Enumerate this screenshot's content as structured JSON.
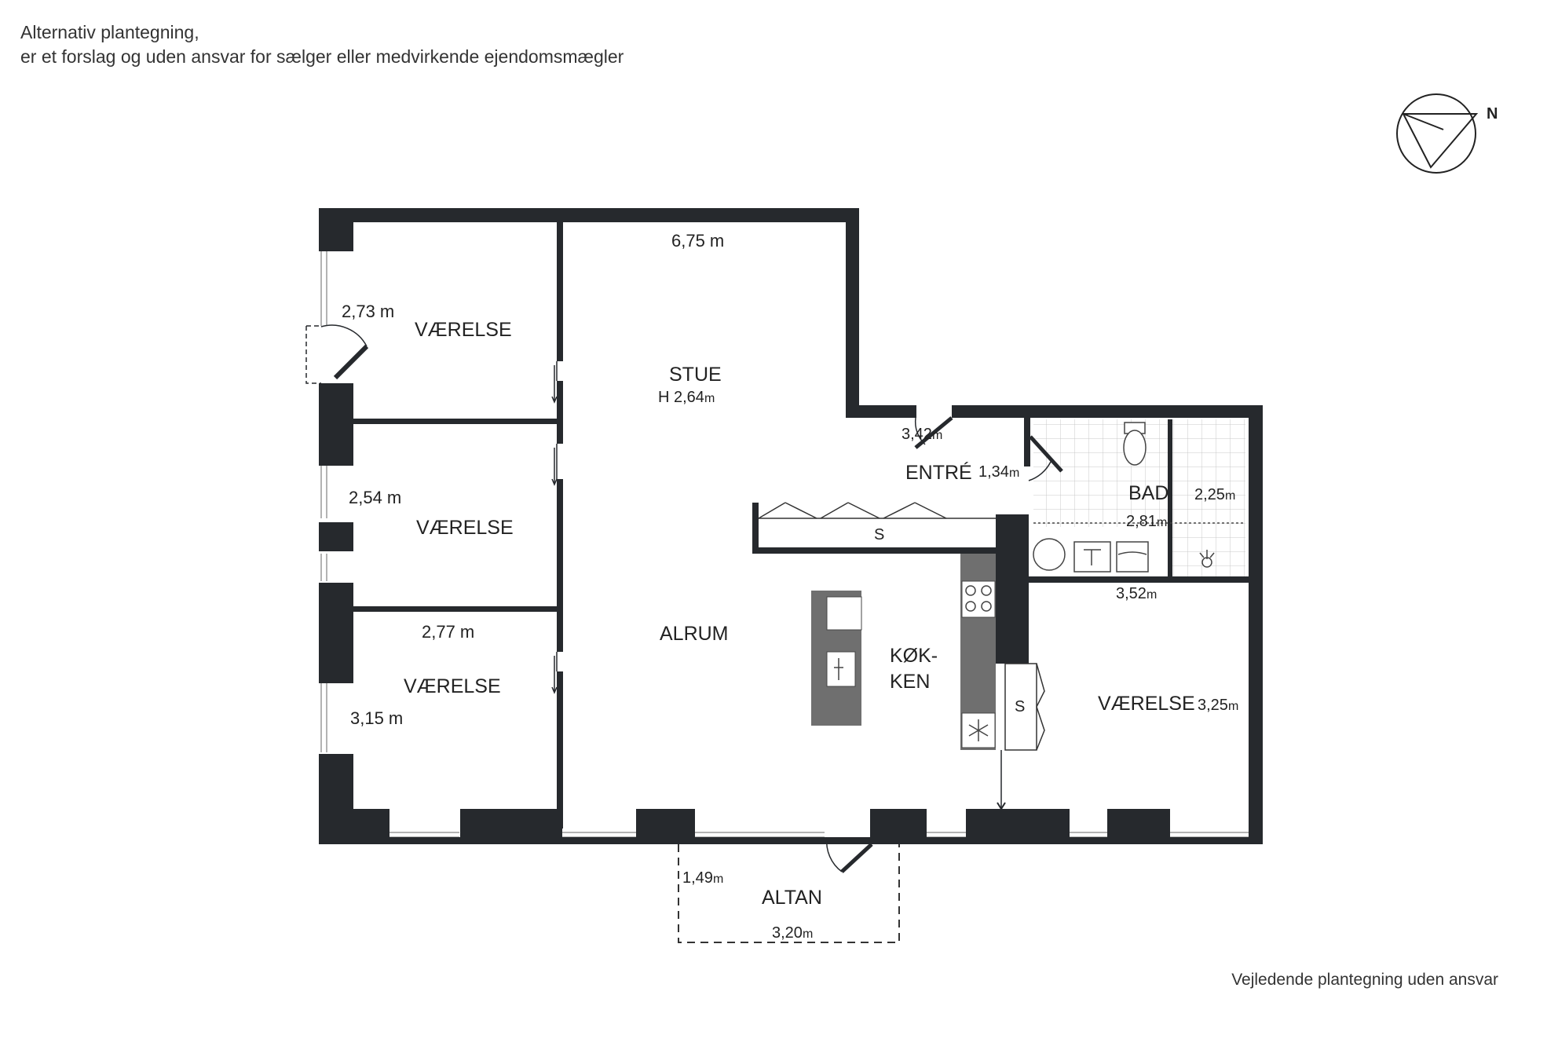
{
  "disclaimer": {
    "line1": "Alternativ plantegning,",
    "line2": "er et forslag og uden ansvar for sælger eller medvirkende ejendomsmægler"
  },
  "footer": "Vejledende plantegning uden ansvar",
  "compass": {
    "label": "N",
    "icon": "north-arrow-icon"
  },
  "rooms": {
    "vaerelse1": {
      "name": "VÆRELSE",
      "dim": "2,73 m"
    },
    "vaerelse2": {
      "name": "VÆRELSE",
      "dim": "2,54 m"
    },
    "vaerelse3": {
      "name": "VÆRELSE",
      "dim_a": "2,77 m",
      "dim_b": "3,15 m"
    },
    "stue": {
      "name": "STUE",
      "height": "H 2,64",
      "height_unit": "m",
      "width": "6,75 m"
    },
    "alrum": {
      "name": "ALRUM"
    },
    "entre": {
      "name": "ENTRÉ",
      "dim_a": "3,42",
      "dim_a_unit": "m",
      "dim_b": "1,34",
      "dim_b_unit": "m"
    },
    "bad": {
      "name": "BAD",
      "dim_a": "2,25",
      "dim_a_unit": "m",
      "dim_b": "2,81",
      "dim_b_unit": "m"
    },
    "kokken": {
      "line1": "KØK-",
      "line2": "KEN"
    },
    "vaerelse4": {
      "name": "VÆRELSE",
      "dim_a": "3,25",
      "dim_a_unit": "m",
      "dim_b": "3,52",
      "dim_b_unit": "m"
    },
    "altan": {
      "name": "ALTAN",
      "dim_a": "1,49",
      "dim_a_unit": "m",
      "dim_b": "3,20",
      "dim_b_unit": "m"
    }
  },
  "storage_label": "S",
  "colors": {
    "wall": "#26292d",
    "counter": "#6f6f6f",
    "tile": "#c9c9c9"
  }
}
